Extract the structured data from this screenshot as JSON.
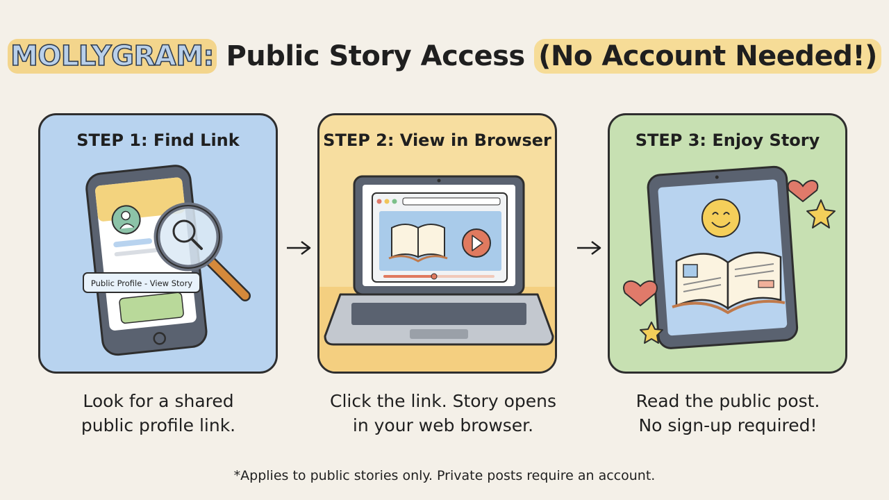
{
  "title": {
    "brand": "MOLLYGRAM:",
    "main": "Public Story Access",
    "highlight": "(No Account Needed!)"
  },
  "steps": [
    {
      "title": "STEP 1: Find Link",
      "caption_line1": "Look for a shared",
      "caption_line2": "public profile link.",
      "phone_tag": "Public Profile - View Story"
    },
    {
      "title": "STEP 2: View in Browser",
      "caption_line1": "Click the link. Story opens",
      "caption_line2": "in your web browser."
    },
    {
      "title": "STEP 3: Enjoy Story",
      "caption_line1": "Read the public post.",
      "caption_line2": "No sign-up required!"
    }
  ],
  "footnote": "*Applies to public stories only. Private posts require an account.",
  "colors": {
    "panel1": "#b8d3ef",
    "panel2": "#f7dea0",
    "panel3": "#c7e0b2",
    "highlight": "#f6dc97"
  }
}
